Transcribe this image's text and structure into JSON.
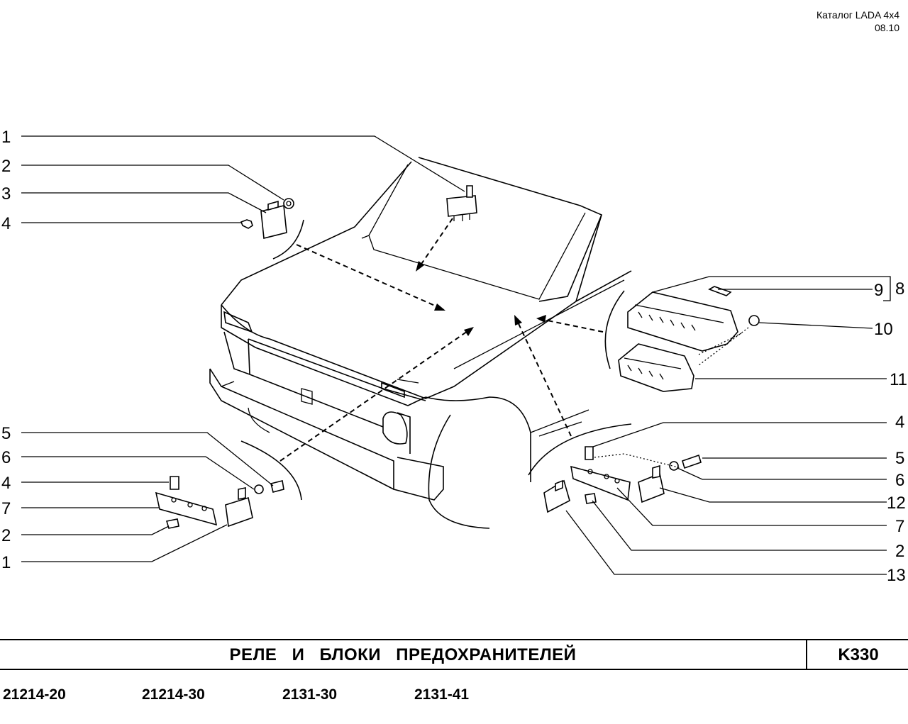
{
  "header": {
    "catalog": "Каталог  LADA  4x4",
    "date": "08.10"
  },
  "callouts": {
    "left_top": [
      "1",
      "2",
      "3",
      "4"
    ],
    "left_bottom": [
      "5",
      "6",
      "4",
      "7",
      "2",
      "1"
    ],
    "right_mid": [
      "9",
      "8",
      "10",
      "11"
    ],
    "right_bottom": [
      "4",
      "5",
      "6",
      "12",
      "7",
      "2",
      "13"
    ]
  },
  "title": {
    "text": "РЕЛЕ   И   БЛОКИ   ПРЕДОХРАНИТЕЛЕЙ",
    "code": "K330"
  },
  "models": [
    "21214-20",
    "21214-30",
    "2131-30",
    "2131-41"
  ]
}
